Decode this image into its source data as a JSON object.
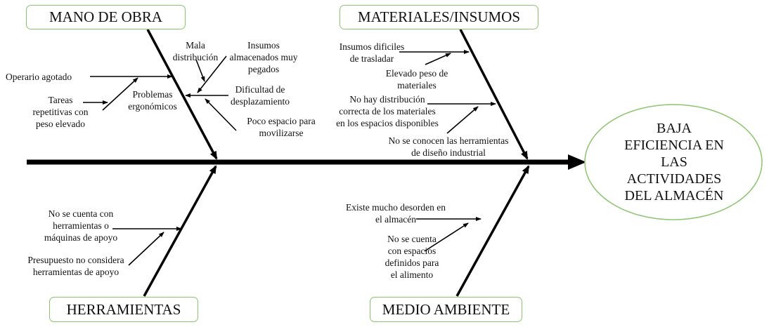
{
  "effect": {
    "lines": [
      "BAJA",
      "EFICIENCIA EN",
      "LAS",
      "ACTIVIDADES",
      "DEL ALMACÉN"
    ]
  },
  "categories": {
    "mano_de_obra": {
      "label": "MANO DE OBRA",
      "causes": {
        "operario": "Operario agotado",
        "tareas": [
          "Tareas",
          "repetitivas con",
          "peso elevado"
        ],
        "problemas": [
          "Problemas",
          "ergonómicos"
        ],
        "mala": [
          "Mala",
          "distribución"
        ],
        "insumos": [
          "Insumos",
          "almacenados muy",
          "pegados"
        ],
        "dificultad": [
          "Dificultad de",
          "desplazamiento"
        ],
        "poco": [
          "Poco espacio para",
          "movilizarse"
        ]
      }
    },
    "materiales": {
      "label": "MATERIALES/INSUMOS",
      "causes": {
        "dificiles": [
          "Insumos dificiles",
          "de trasladar"
        ],
        "peso": [
          "Elevado peso de",
          "materiales"
        ],
        "distribucion": [
          "No hay distribución",
          "correcta de los materiales",
          "en los espacios disponibles"
        ],
        "herramientas": [
          "No se conocen las herramientas",
          "de diseño industrial"
        ]
      }
    },
    "herramientas": {
      "label": "HERRAMIENTAS",
      "causes": {
        "no_cuenta": [
          "No se cuenta con",
          "herramientas o",
          "máquinas de apoyo"
        ],
        "presupuesto": [
          "Presupuesto no considera",
          "herramientas de apoyo"
        ]
      }
    },
    "medio_ambiente": {
      "label": "MEDIO AMBIENTE",
      "causes": {
        "desorden": [
          "Existe mucho desorden en",
          "el almacén"
        ],
        "espacios": [
          "No se cuenta",
          "con espacios",
          "definidos para",
          "el alimento"
        ]
      }
    }
  },
  "colors": {
    "box_border": "#8cc56e",
    "line": "#000000"
  }
}
